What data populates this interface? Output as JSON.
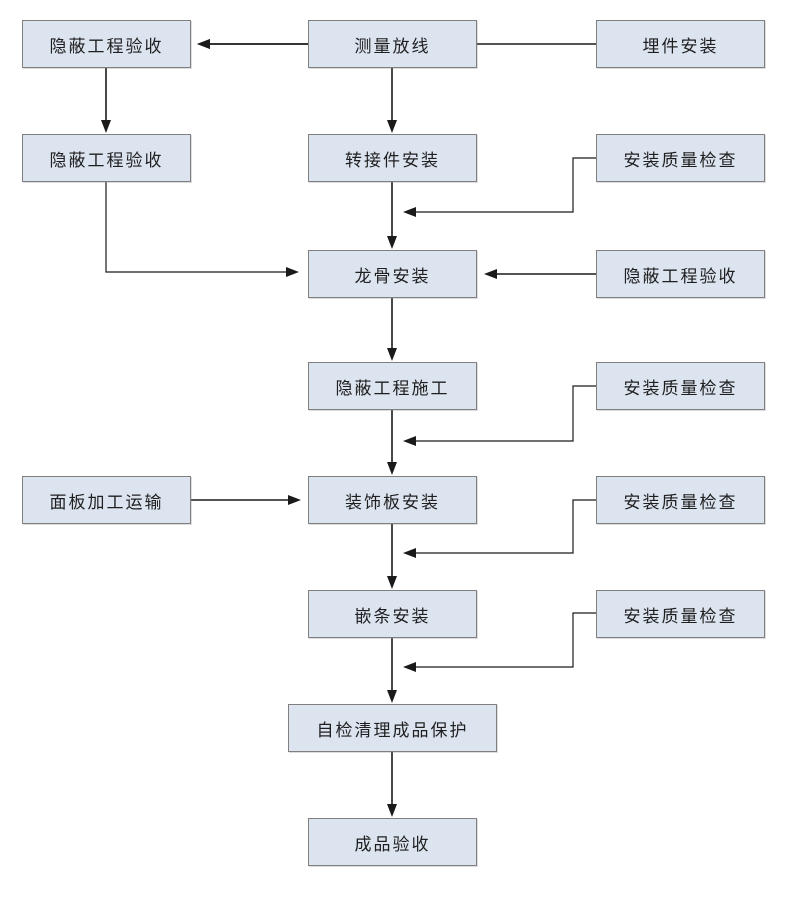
{
  "colors": {
    "box_fill": "#dce4f0",
    "box_border": "#7f7f7f",
    "arrow": "#1a1a1a",
    "background": "#ffffff"
  },
  "nodes": {
    "hidden_acceptance_1": "隐蔽工程验收",
    "survey": "测量放线",
    "embed_install": "埋件安装",
    "hidden_acceptance_2": "隐蔽工程验收",
    "adapter_install": "转接件安装",
    "quality_check_1": "安装质量检查",
    "keel_install": "龙骨安装",
    "hidden_acceptance_3": "隐蔽工程验收",
    "hidden_construction": "隐蔽工程施工",
    "quality_check_2": "安装质量检查",
    "panel_processing": "面板加工运输",
    "panel_install": "装饰板安装",
    "quality_check_3": "安装质量检查",
    "strip_install": "嵌条安装",
    "quality_check_4": "安装质量检查",
    "self_check": "自检清理成品保护",
    "final_acceptance": "成品验收"
  }
}
